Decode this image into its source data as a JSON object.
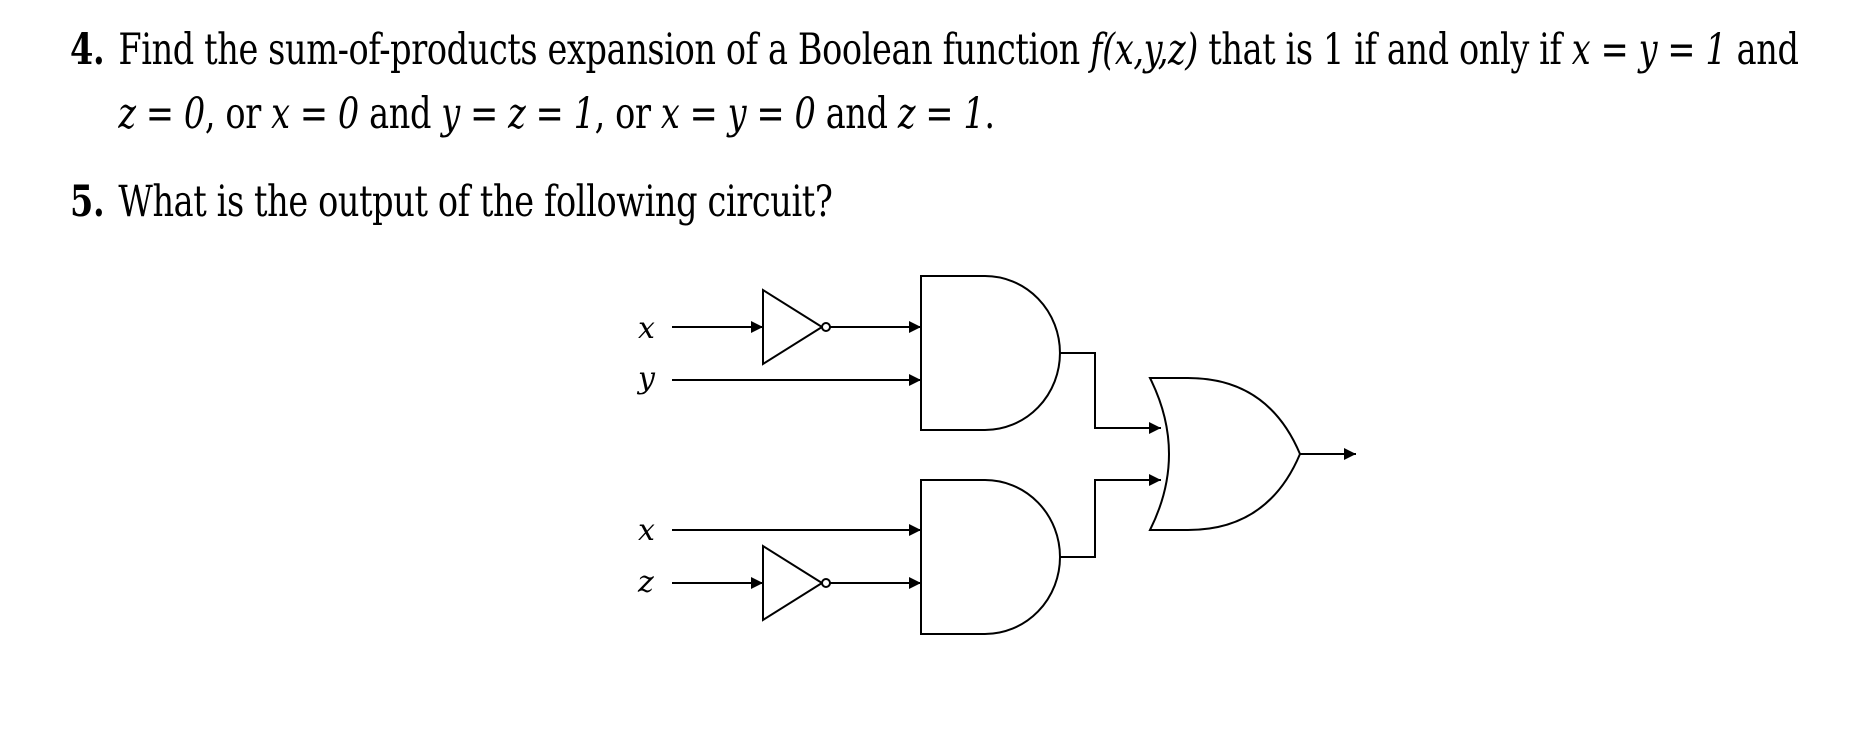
{
  "problem4": {
    "number": "4.",
    "line1": {
      "a": "Find the sum-of-products expansion of a Boolean function ",
      "m1": "f(x,y,z)",
      "b": " that is 1 if and only if ",
      "m2": "x = y = 1",
      "c": " and"
    },
    "line2": {
      "m1": "z = 0",
      "a": ", or ",
      "m2": "x = 0",
      "b": " and ",
      "m3": "y = z = 1",
      "c": ", or ",
      "m4": "x = y = 0",
      "d": " and ",
      "m5": "z = 1",
      "e": "."
    }
  },
  "problem5": {
    "number": "5.",
    "text": "What is the output of the following circuit?"
  },
  "circuit": {
    "labels": {
      "top_x": "x",
      "top_y": "y",
      "bottom_x": "x",
      "bottom_z": "z"
    },
    "gates": [
      "NOT",
      "AND",
      "NOT",
      "AND",
      "OR"
    ]
  }
}
